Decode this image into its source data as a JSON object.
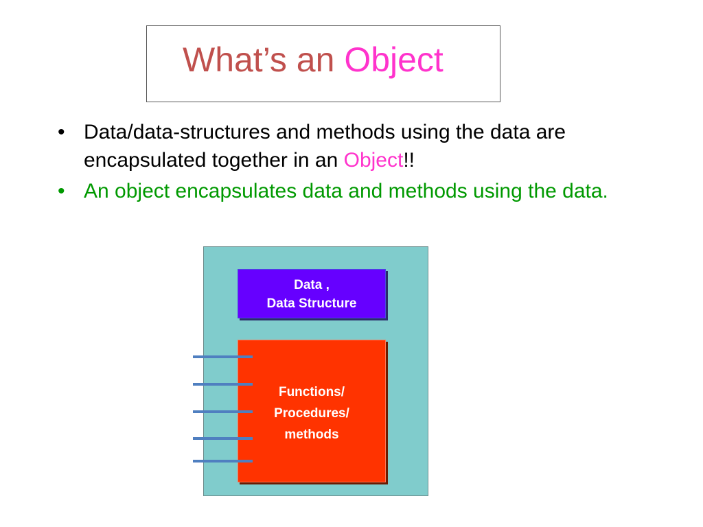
{
  "slide": {
    "title_prefix": "What’s an ",
    "title_highlight": "Object",
    "bullets": [
      {
        "symbol": "•",
        "text_before": "Data/data-structures and methods using the data are encapsulated together in an ",
        "highlight": "Object",
        "text_after": "!!"
      },
      {
        "symbol": "•",
        "text": "An object encapsulates data and methods using the data."
      }
    ]
  },
  "diagram": {
    "data_box": {
      "line1": "Data ,",
      "line2": "Data Structure"
    },
    "methods_box": {
      "line1": "Functions/",
      "line2": "Procedures/",
      "line3": "methods"
    },
    "interface_line_count": 5
  },
  "colors": {
    "title_text": "#c0504d",
    "highlight": "#ff33cc",
    "body_text": "#000000",
    "bullet2_text": "#009900",
    "object_fill": "#80cccc",
    "data_fill": "#6600ff",
    "methods_fill": "#ff3300",
    "connector": "#4f7fc0"
  }
}
